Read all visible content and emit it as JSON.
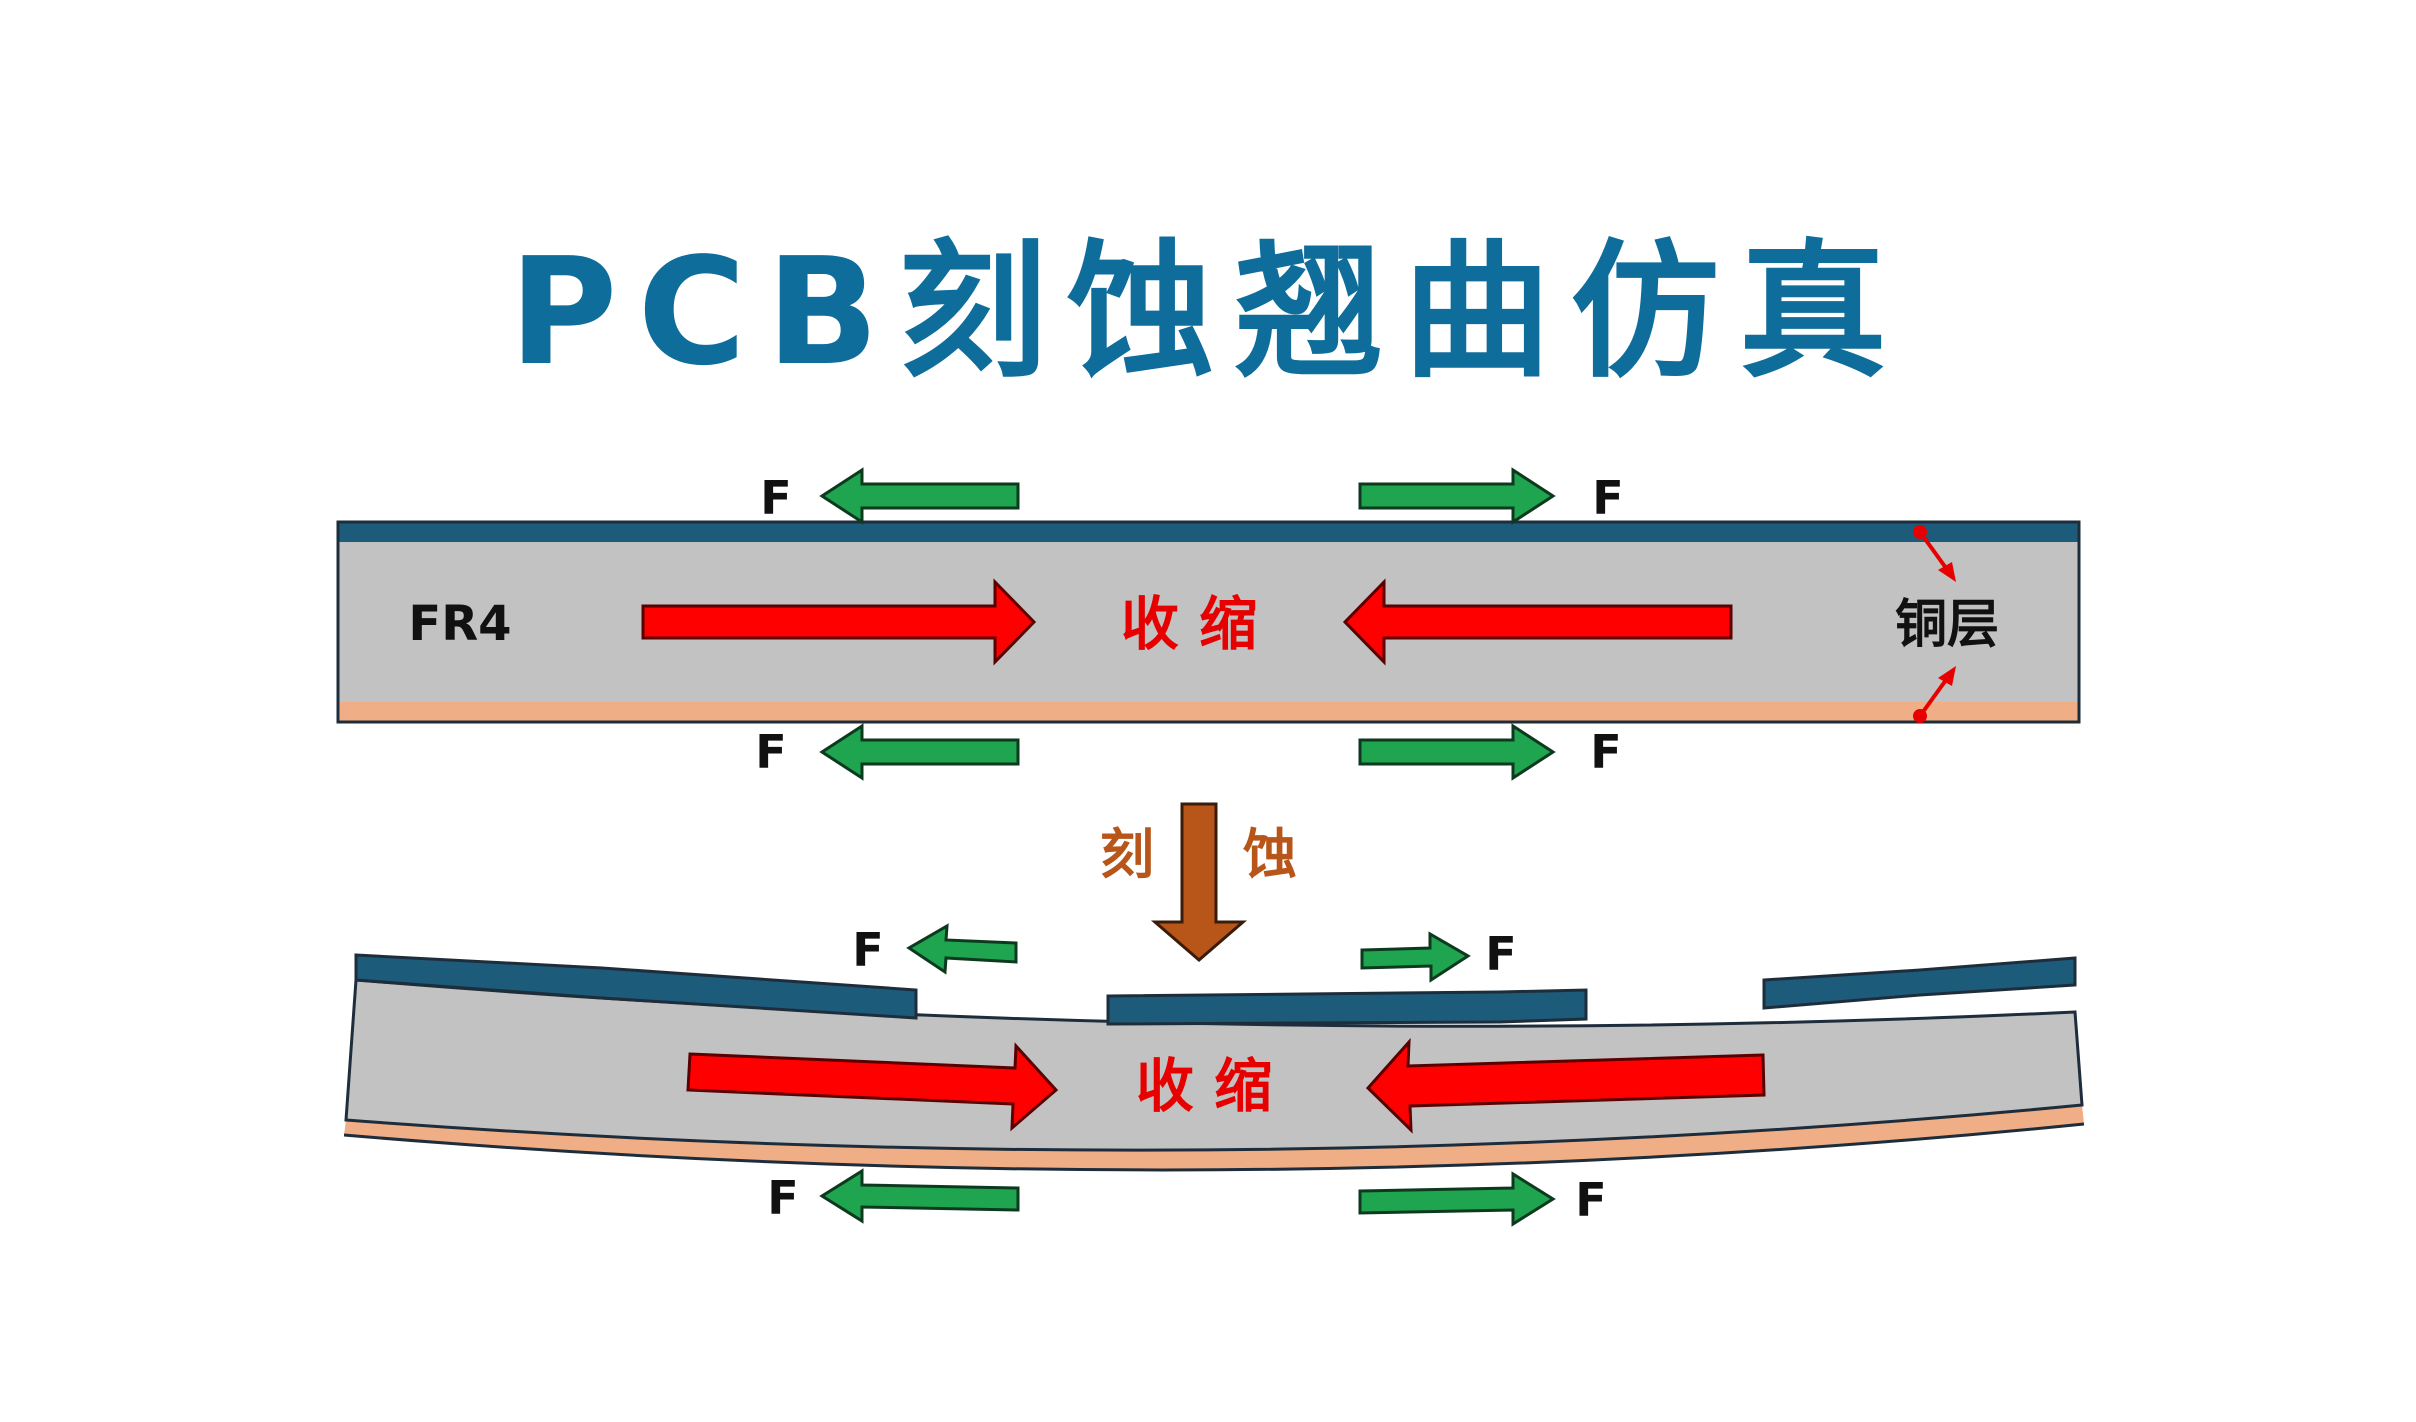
{
  "title": "PCB刻蚀翘曲仿真",
  "labels": {
    "force": "F",
    "substrate": "FR4",
    "shrink": "收 缩",
    "copper_layer": "铜层",
    "etch_left": "刻",
    "etch_right": "蚀"
  },
  "colors": {
    "title": "#0f6d9c",
    "top_copper": "#1d5b7a",
    "bottom_copper": "#efae85",
    "substrate": "#c2c2c2",
    "outline": "#1e2d3b",
    "shrink_arrow": "#ff0000",
    "shrink_text": "#e60000",
    "force_arrow": "#1fa44f",
    "etch_arrow": "#b85518",
    "etch_text": "#b85518",
    "pointer": "#e60000"
  }
}
